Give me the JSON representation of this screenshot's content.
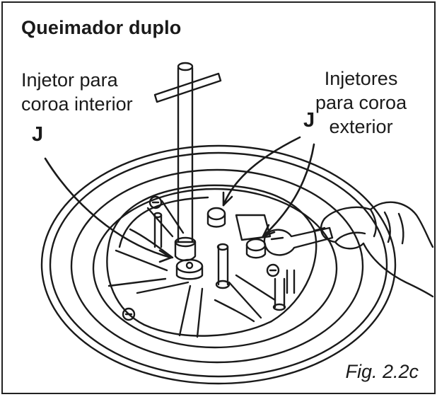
{
  "title": "Queimador duplo",
  "inner_label": {
    "lines": [
      "Injetor para",
      "coroa interior"
    ],
    "marker": "J"
  },
  "outer_label": {
    "lines": [
      "Injetores",
      "para coroa",
      "exterior"
    ],
    "marker": "J"
  },
  "caption": "Fig. 2.2c",
  "colors": {
    "ink": "#1a1a1a",
    "background": "#ffffff",
    "border": "#222222"
  }
}
